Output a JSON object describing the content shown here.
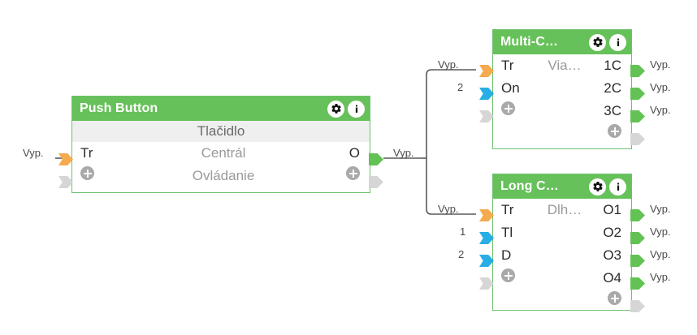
{
  "canvas": {
    "background": "#ffffff",
    "accent_green": "#67c15a",
    "port_colors": {
      "trigger": "#f5aa4e",
      "value": "#27aee4",
      "inactive": "#d6d6d6",
      "output": "#62c254"
    }
  },
  "nodes": [
    {
      "id": "push-button",
      "title": "Push Button",
      "subtitle": "Tlačidlo",
      "header_buttons": [
        "gear-icon",
        "info-icon"
      ],
      "rows": [
        {
          "in": "Tr",
          "mid": "Centrál",
          "out": "O"
        },
        {
          "in": "",
          "mid": "Ovládanie",
          "out": ""
        }
      ],
      "inputs": [
        {
          "label": "Tr",
          "type": "trigger",
          "signal": "Vyp."
        },
        {
          "label": "",
          "type": "inactive",
          "signal": ""
        }
      ],
      "outputs": [
        {
          "label": "O",
          "type": "output",
          "signal": "Vyp."
        },
        {
          "label": "",
          "type": "inactive",
          "signal": ""
        }
      ]
    },
    {
      "id": "multi-click",
      "title": "Multi-C…",
      "subtitle": "Via…",
      "header_buttons": [
        "gear-icon",
        "info-icon"
      ],
      "rows": [
        {
          "in": "Tr",
          "mid": "Via…",
          "out": "1C"
        },
        {
          "in": "On",
          "mid": "",
          "out": "2C"
        },
        {
          "in": "",
          "mid": "",
          "out": "3C"
        },
        {
          "in": "",
          "mid": "",
          "out": ""
        }
      ],
      "inputs": [
        {
          "label": "Tr",
          "type": "trigger",
          "signal": "Vyp."
        },
        {
          "label": "On",
          "type": "value",
          "signal": "2"
        },
        {
          "label": "",
          "type": "inactive",
          "signal": ""
        }
      ],
      "outputs": [
        {
          "label": "1C",
          "type": "output",
          "signal": "Vyp."
        },
        {
          "label": "2C",
          "type": "output",
          "signal": "Vyp."
        },
        {
          "label": "3C",
          "type": "output",
          "signal": "Vyp."
        },
        {
          "label": "",
          "type": "inactive",
          "signal": ""
        }
      ]
    },
    {
      "id": "long-click",
      "title": "Long C…",
      "subtitle": "Dlh…",
      "header_buttons": [
        "gear-icon",
        "info-icon"
      ],
      "rows": [
        {
          "in": "Tr",
          "mid": "Dlh…",
          "out": "O1"
        },
        {
          "in": "Tl",
          "mid": "",
          "out": "O2"
        },
        {
          "in": "D",
          "mid": "",
          "out": "O3"
        },
        {
          "in": "",
          "mid": "",
          "out": "O4"
        },
        {
          "in": "",
          "mid": "",
          "out": ""
        }
      ],
      "inputs": [
        {
          "label": "Tr",
          "type": "trigger",
          "signal": "Vyp."
        },
        {
          "label": "Tl",
          "type": "value",
          "signal": "1"
        },
        {
          "label": "D",
          "type": "value",
          "signal": "2"
        },
        {
          "label": "",
          "type": "inactive",
          "signal": ""
        }
      ],
      "outputs": [
        {
          "label": "O1",
          "type": "output",
          "signal": "Vyp."
        },
        {
          "label": "O2",
          "type": "output",
          "signal": "Vyp."
        },
        {
          "label": "O3",
          "type": "output",
          "signal": "Vyp."
        },
        {
          "label": "O4",
          "type": "output",
          "signal": "Vyp."
        },
        {
          "label": "",
          "type": "inactive",
          "signal": ""
        }
      ]
    }
  ],
  "labels": {
    "push_input_signal": "Vyp.",
    "push_output_signal": "Vyp.",
    "multi_trigger_signal": "Vyp.",
    "multi_on_value": "2",
    "long_trigger_signal": "Vyp.",
    "long_tl_value": "1",
    "long_d_value": "2",
    "multi_out_1": "Vyp.",
    "multi_out_2": "Vyp.",
    "multi_out_3": "Vyp.",
    "long_out_1": "Vyp.",
    "long_out_2": "Vyp.",
    "long_out_3": "Vyp.",
    "long_out_4": "Vyp."
  }
}
